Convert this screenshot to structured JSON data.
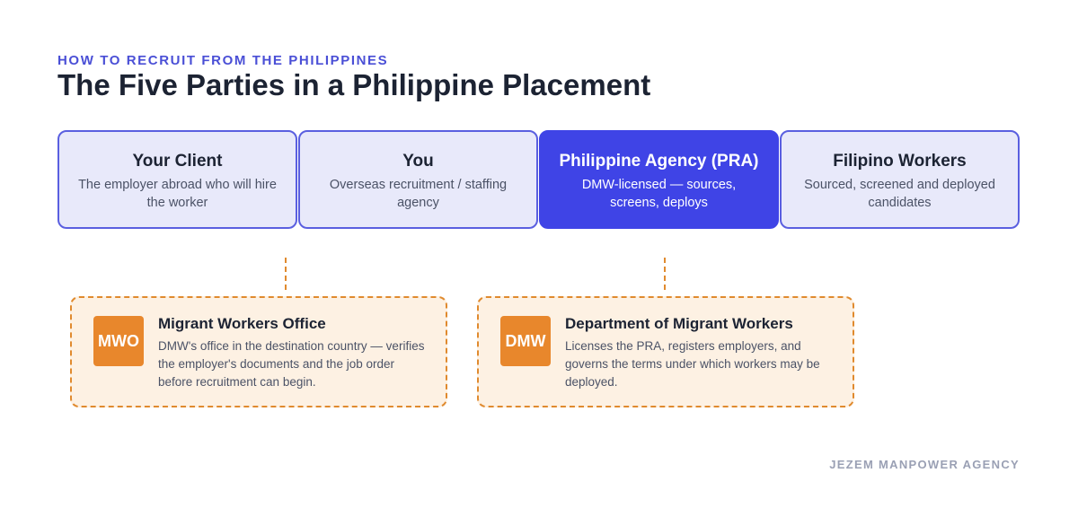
{
  "eyebrow": "HOW TO RECRUIT FROM THE PHILIPPINES",
  "title": "The Five Parties in a Philippine Placement",
  "parties": [
    {
      "name": "Your Client",
      "description": "The employer abroad who will hire the worker"
    },
    {
      "name": "You",
      "description": "Overseas recruitment / staffing agency"
    },
    {
      "name": "Philippine Agency (PRA)",
      "description": "DMW-licensed — sources, screens, deploys"
    },
    {
      "name": "Filipino Workers",
      "description": "Sourced, screened and deployed candidates"
    }
  ],
  "offices": [
    {
      "badge": "MWO",
      "name": "Migrant Workers Office",
      "description": "DMW's office in the destination country — verifies the employer's documents and the job order before recruitment can begin."
    },
    {
      "badge": "DMW",
      "name": "Department of Migrant Workers",
      "description": "Licenses the PRA, registers employers, and governs the terms under which workers may be deployed."
    }
  ],
  "footer": "JEZEM MANPOWER AGENCY",
  "colors": {
    "accent": "#3f44e6",
    "eyebrow": "#4a4fd6",
    "party_fill": "#e8e9fa",
    "office_fill": "#fdf1e3",
    "office_accent": "#e8872c"
  }
}
